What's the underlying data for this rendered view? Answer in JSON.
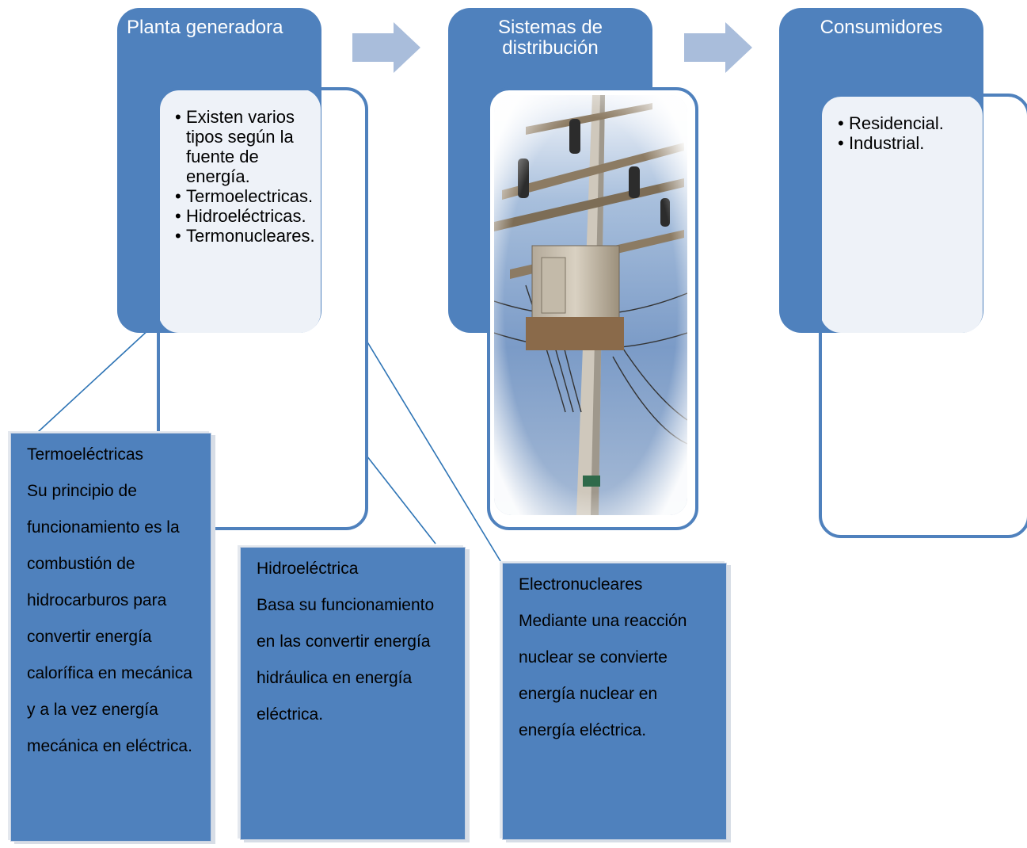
{
  "stages": {
    "planta": {
      "title": "Planta generadora",
      "bullets": [
        "Existen varios tipos según la fuente de energía.",
        "Termoelectricas.",
        "Hidroeléctricas.",
        "Termonucleares."
      ]
    },
    "distribucion": {
      "title": "Sistemas de distribución",
      "image": "utility-pole-transformer-photo"
    },
    "consumidores": {
      "title": "Consumidores",
      "bullets": [
        "Residencial.",
        "Industrial."
      ]
    }
  },
  "notes": {
    "termo": {
      "title": "Termoeléctricas",
      "body": "Su principio de funcionamiento es la combustión de hidrocarburos para convertir energía calorífica en mecánica y a la vez energía mecánica en eléctrica."
    },
    "hidro": {
      "title": "Hidroeléctrica",
      "body": "Basa su funcionamiento en las convertir energía hidráulica en energía eléctrica."
    },
    "nuclear": {
      "title": "Electronucleares",
      "body": "Mediante una reacción nuclear se convierte energía nuclear en energía eléctrica."
    }
  },
  "colors": {
    "stage_fill": "#4f81bd",
    "card_fill": "#eef2f8",
    "arrow_fill": "#a9bddb",
    "connector": "#2e74b5"
  },
  "icons": [
    "right-arrow-icon",
    "right-arrow-icon"
  ]
}
